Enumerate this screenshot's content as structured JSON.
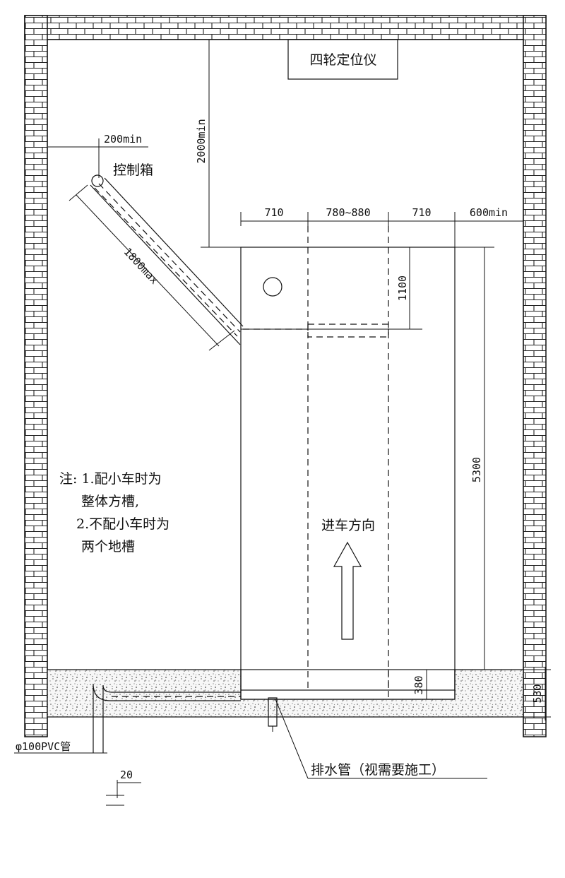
{
  "plan": {
    "machine_label": "四轮定位仪",
    "control_box_label": "控制箱",
    "entry_direction_label": "进车方向",
    "dims": {
      "d200min": "200min",
      "d2000min": "2000min",
      "d1800max": "1800max",
      "d710_left": "710",
      "d780_880": "780~880",
      "d710_right": "710",
      "d600min": "600min",
      "d1100": "1100",
      "d5300": "5300"
    },
    "notes": {
      "line1": "注: 1.配小车时为",
      "line2": "整体方槽,",
      "line3": "2.不配小车时为",
      "line4": "两个地槽"
    }
  },
  "section": {
    "pipe_label": "φ100PVC管",
    "d20": "20",
    "drain_label": "排水管（视需要施工）",
    "d380": "380",
    "d530": "530"
  }
}
